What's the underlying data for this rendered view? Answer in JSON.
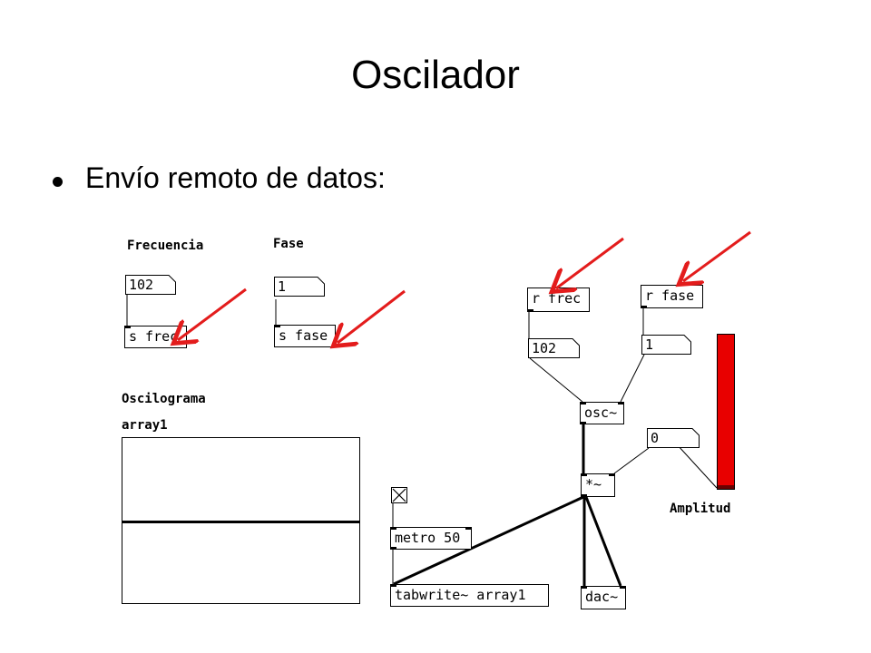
{
  "slide": {
    "title": "Oscilador",
    "bullet": "Envío remoto de datos:"
  },
  "patch": {
    "labels": {
      "frecuencia": "Frecuencia",
      "fase": "Fase",
      "oscilograma": "Oscilograma",
      "array_name": "array1",
      "amplitud": "Amplitud"
    },
    "numbers": {
      "freq_send": "102",
      "phase_send": "1",
      "freq_recv": "102",
      "phase_recv": "1",
      "amplitude": "0"
    },
    "objects": {
      "s_frec": "s frec",
      "s_fase": "s fase",
      "r_frec": "r frec",
      "r_fase": "r fase",
      "osc": "osc~",
      "mult": "*~",
      "metro": "metro 50",
      "tabwrite": "tabwrite~ array1",
      "dac": "dac~"
    },
    "toggle_checked": true,
    "amplitude_bar_level": 1.0
  },
  "colors": {
    "arrow": "#e31c1c",
    "vu_fill": "#e80000",
    "vu_bottom": "#6b0000"
  }
}
